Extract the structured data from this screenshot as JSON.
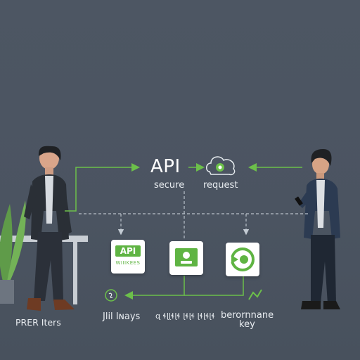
{
  "diagram": {
    "center_title": "API",
    "center_labels": {
      "left": "secure",
      "right": "request"
    },
    "cards": [
      {
        "icon": "api-key-icon",
        "badge": "API",
        "caption": "WIIIKEES"
      },
      {
        "icon": "user-badge-icon"
      },
      {
        "icon": "refresh-arrow-icon"
      }
    ],
    "bottom_labels": {
      "left": "PRER Iters",
      "keys": "Jlil Iɴays",
      "middle": "ɋ ɬɭɭɬɭɬ ɭɬɭɬ ɭɬɭɬɭɬ",
      "right_line1": "berornnane",
      "right_line2": "key"
    }
  },
  "colors": {
    "background": "#4b5461",
    "accent": "#6cc04a",
    "dashed": "#b9c1ca",
    "text": "#e9edf1"
  }
}
